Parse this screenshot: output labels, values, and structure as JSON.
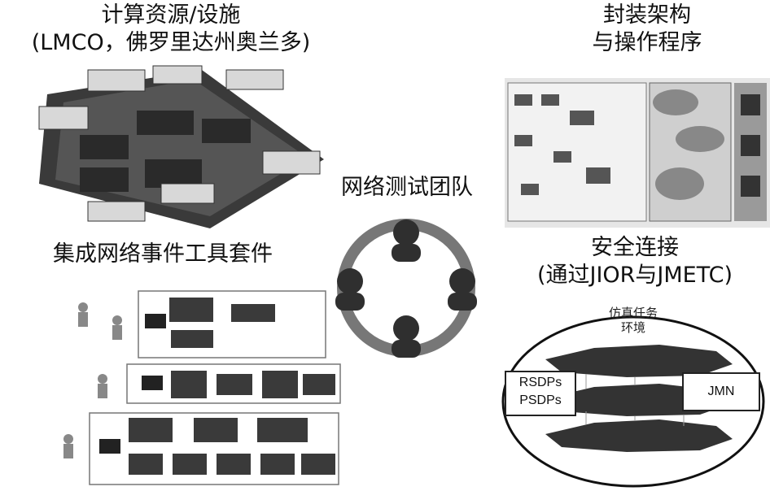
{
  "labels": {
    "compute_line1": "计算资源/设施",
    "compute_line2": "(LMCO，佛罗里达州奥兰多)",
    "encap_line1": "封装架构",
    "encap_line2": "与操作程序",
    "team": "网络测试团队",
    "toolkit": "集成网络事件工具套件",
    "secure_line1": "安全连接",
    "secure_line2": "(通过JIOR与JMETC)"
  },
  "secure": {
    "sim_env_line1": "仿真任务",
    "sim_env_line2": "环境",
    "rsdps_line1": "RSDPs",
    "rsdps_line2": "PSDPs",
    "jmn": "JMN"
  },
  "colors": {
    "dark": "#2b2b2b",
    "mid": "#7a7a7a",
    "light": "#d9d9d9"
  }
}
